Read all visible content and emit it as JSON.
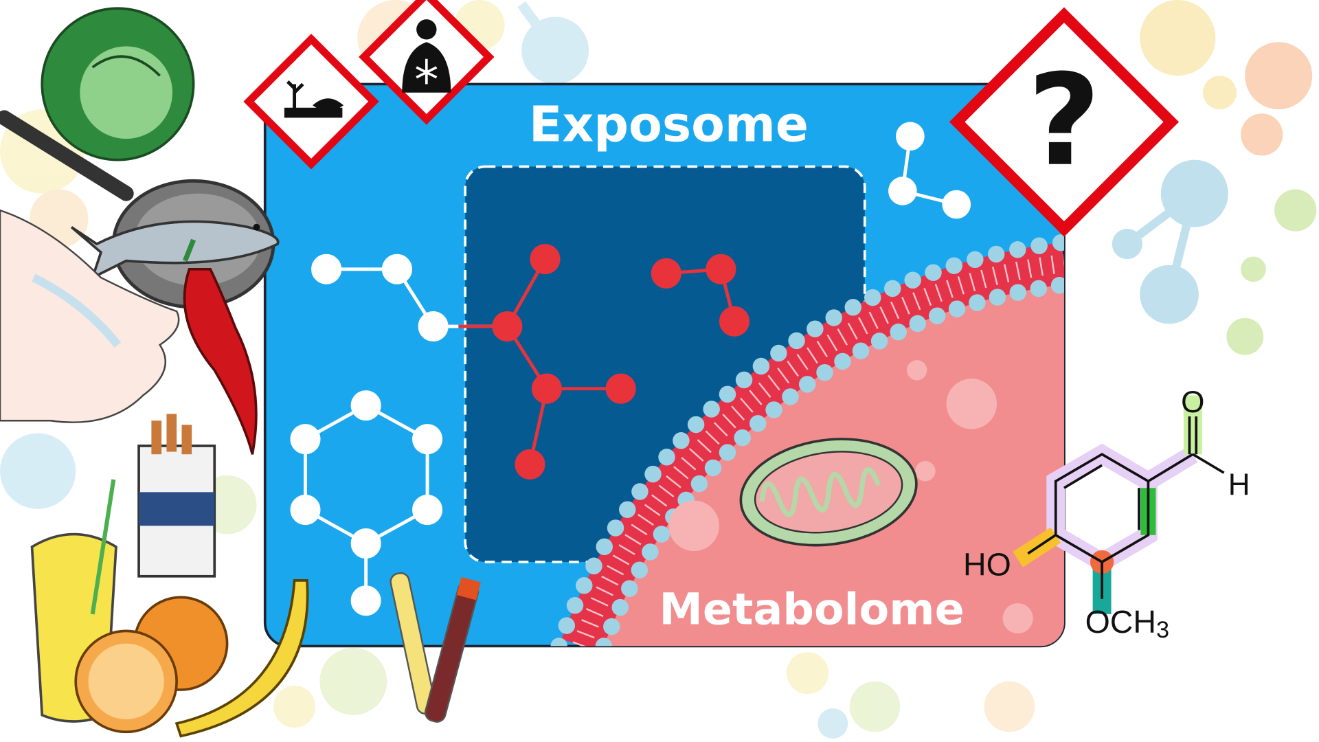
{
  "title": "Exposome",
  "subtitle": "Metabolome",
  "hazard_question": "?",
  "vanillin": {
    "o": "O",
    "h": "H",
    "ho": "HO",
    "och3": "OCH",
    "sub3": "3"
  },
  "colors": {
    "exposome_blue": "#1aa7ee",
    "inner_dark": "#055a92",
    "metabolome_pink": "#f28d8f",
    "membrane_red": "#e5334a",
    "bead": "#9ed3e6",
    "hazard_red": "#e30613"
  }
}
